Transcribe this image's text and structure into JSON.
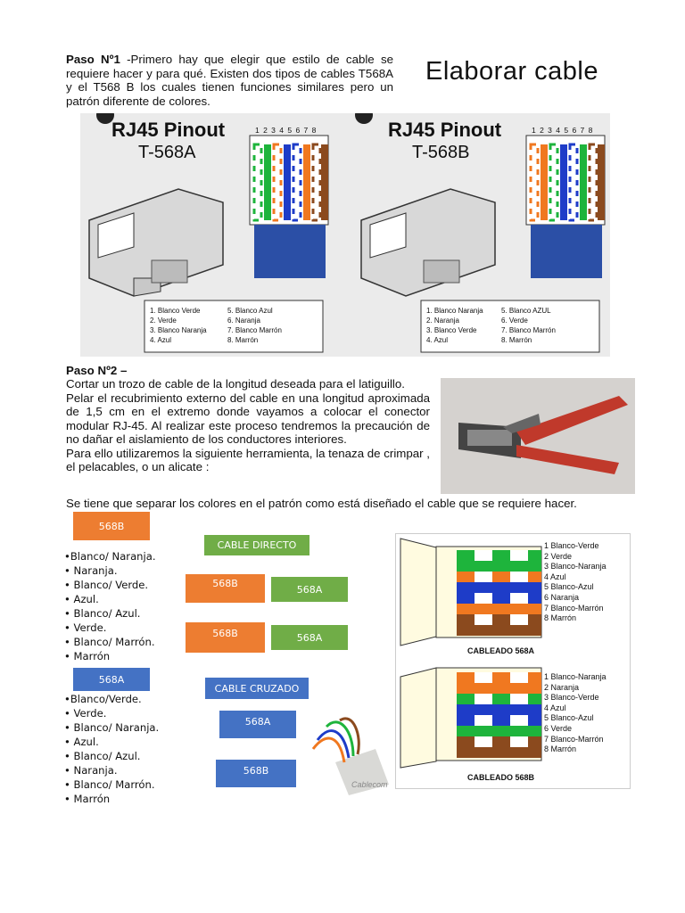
{
  "step1": {
    "label": "Paso Nº1",
    "text": " -Primero hay que elegir que estilo de cable se requiere hacer y para qué. Existen dos tipos de cables T568A y el T568 B los cuales tienen funciones similares pero un patrón diferente de colores."
  },
  "page_title": "Elaborar cable",
  "pinout": {
    "left": {
      "title": "RJ45 Pinout",
      "standard": "T-568A",
      "pins": "1 2 3 4 5 6 7 8",
      "legend": [
        "1. Blanco Verde",
        "2. Verde",
        "3. Blanco Naranja",
        "4. Azul",
        "5. Blanco Azul",
        "6. Naranja",
        "7. Blanco Marrón",
        "8. Marrón"
      ]
    },
    "right": {
      "title": "RJ45 Pinout",
      "standard": "T-568B",
      "pins": "1 2 3 4 5 6 7 8",
      "legend": [
        "1. Blanco Naranja",
        "2. Naranja",
        "3. Blanco Verde",
        "4. Azul",
        "5. Blanco AZUL",
        "6. Verde",
        "7. Blanco Marrón",
        "8. Marrón"
      ]
    }
  },
  "step2": {
    "label": "Paso Nº2 –",
    "lines": [
      "Cortar un trozo de cable de la longitud deseada para el latiguillo.",
      "Pelar el recubrimiento externo del cable en una longitud aproximada de 1,5 cm en el extremo donde vayamos a colocar el conector modular RJ-45. Al realizar este proceso tendremos la precaución de no dañar el aislamiento de los conductores interiores.",
      "Para ello utilizaremos la siguiente herramienta, la tenaza de crimpar , el pelacables, o un alicate :"
    ]
  },
  "separate_text": "Se tiene que separar los colores en el patrón como está diseñado el cable que se requiere hacer.",
  "list_568b": {
    "header": "568B",
    "items": [
      "•Blanco/ Naranja.",
      "• Naranja.",
      "• Blanco/ Verde.",
      "• Azul.",
      "• Blanco/ Azul.",
      "• Verde.",
      "• Blanco/ Marrón.",
      "• Marrón"
    ]
  },
  "list_568a": {
    "header": "568A",
    "items": [
      "•Blanco/Verde.",
      "• Verde.",
      "• Blanco/ Naranja.",
      "• Azul.",
      "• Blanco/ Azul.",
      " • Naranja.",
      "• Blanco/ Marrón.",
      "• Marrón"
    ]
  },
  "direct": {
    "title": "CABLE DIRECTO",
    "row1_left": "568B",
    "row1_right": "568A",
    "row2_left": "568B",
    "row2_right": "568A"
  },
  "crossed": {
    "title": "CABLE CRUZADO",
    "top": "568A",
    "bottom": "568B"
  },
  "wiring": {
    "a": {
      "caption": "CABLEADO 568A",
      "labels": [
        "1 Blanco-Verde",
        "2 Verde",
        "3 Blanco-Naranja",
        "4 Azul",
        "5 Blanco-Azul",
        "6 Naranja",
        "7 Blanco-Marrón",
        "8 Marrón"
      ]
    },
    "b": {
      "caption": "CABLEADO 568B",
      "labels": [
        "1 Blanco-Naranja",
        "2 Naranja",
        "3 Blanco-Verde",
        "4 Azul",
        "5 Blanco-Azul",
        "6 Verde",
        "7 Blanco-Marrón",
        "8 Marrón"
      ]
    }
  },
  "cable_photo_logo": "Cablecom",
  "colors": {
    "orange": "#ED7D31",
    "green": "#70AD47",
    "blue": "#4472C4",
    "wire_orange": "#F07820",
    "wire_green": "#1EB43C",
    "wire_blue": "#1E3CC8",
    "wire_brown": "#8B4A1E",
    "connector_blue": "#2B4FA6"
  }
}
